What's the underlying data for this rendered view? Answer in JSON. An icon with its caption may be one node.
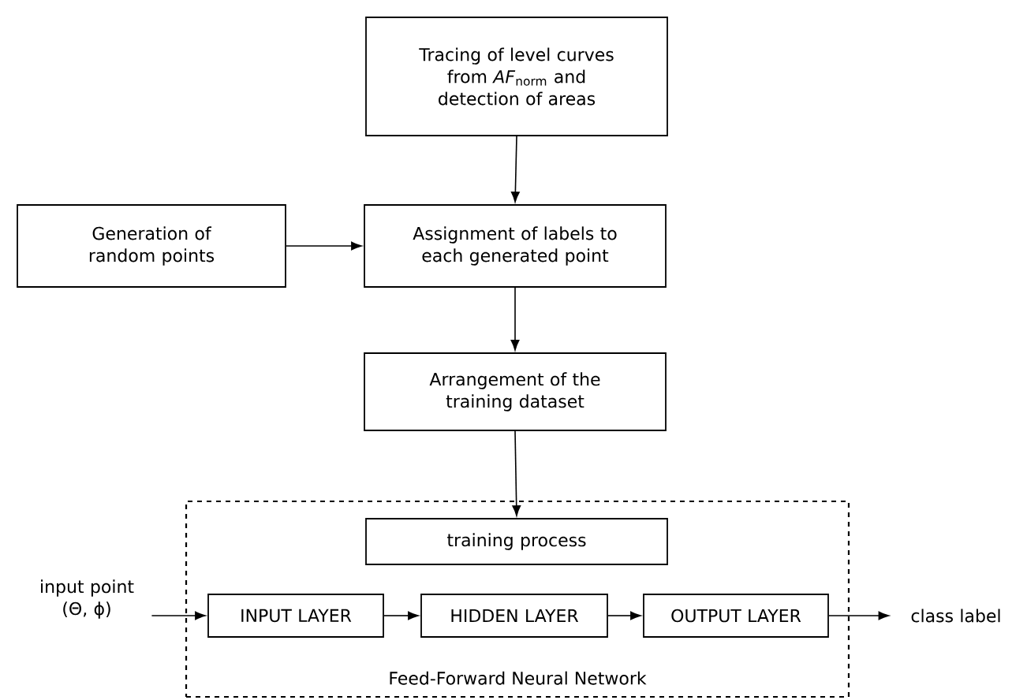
{
  "diagram": {
    "nodes": [
      {
        "text": [
          "Tracing of level curves from *AF*$_{norm}$ and detection of areas"
        ]
      },
      {
        "text": [
          "Generation of random points"
        ]
      },
      {
        "text": [
          "Assignment of labels to each generated point"
        ]
      },
      {
        "text": [
          "Arrangement of the training dataset"
        ]
      },
      {
        "text": [
          "Feed-Forward Neural Network"
        ]
      },
      {
        "text": [
          "training process"
        ],
        "in": 4
      },
      {
        "text": [
          "INPUT LAYER"
        ],
        "in": 4
      },
      {
        "text": [
          "HIDDEN LAYER"
        ],
        "in": 4
      },
      {
        "text": [
          "OUTPUT LAYER"
        ],
        "in": 4
      },
      {
        "text": [
          "input point (Θ, ϕ)"
        ]
      },
      {
        "text": [
          "class label"
        ]
      }
    ],
    "edges": [
      {
        "from": 0,
        "to": 2,
        "arrow": "to"
      },
      {
        "from": 1,
        "to": 2,
        "arrow": "to"
      },
      {
        "from": 2,
        "to": 3,
        "arrow": "to"
      },
      {
        "from": 3,
        "to": 5,
        "arrow": "to"
      },
      {
        "from": 9,
        "to": 6,
        "arrow": "to"
      },
      {
        "from": 6,
        "to": 7,
        "arrow": "to"
      },
      {
        "from": 7,
        "to": 8,
        "arrow": "to"
      },
      {
        "from": 8,
        "to": 10,
        "arrow": "to"
      }
    ]
  }
}
